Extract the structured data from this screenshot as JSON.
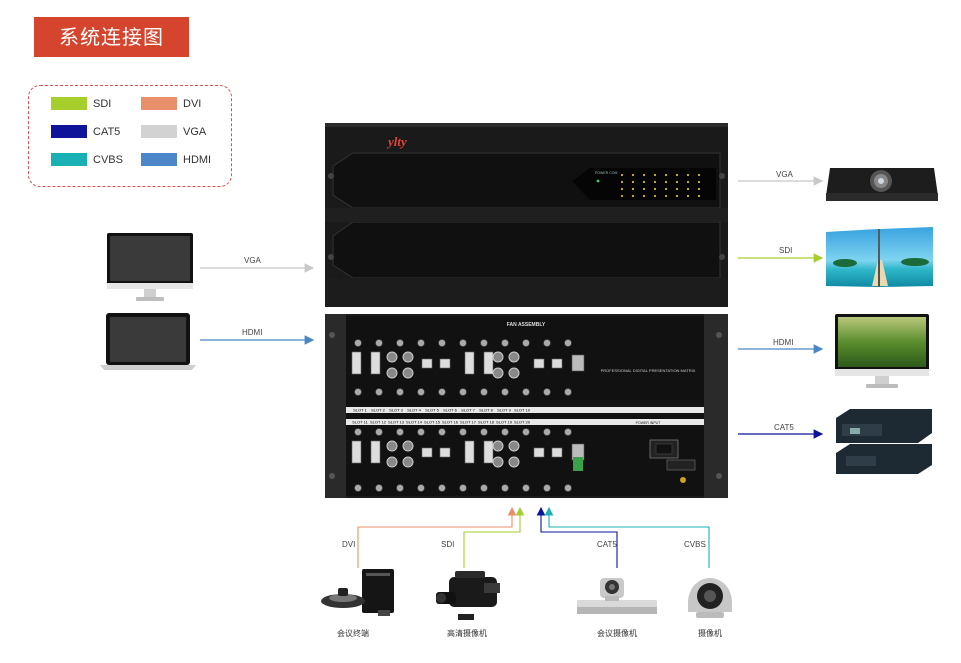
{
  "title": "系统连接图",
  "legend": [
    {
      "name": "SDI",
      "color": "#a6cf2e"
    },
    {
      "name": "DVI",
      "color": "#ea8f6c"
    },
    {
      "name": "CAT5",
      "color": "#0e1499"
    },
    {
      "name": "VGA",
      "color": "#d2d2d2"
    },
    {
      "name": "CVBS",
      "color": "#1ab1b5"
    },
    {
      "name": "HDMI",
      "color": "#4a86c8"
    }
  ],
  "device": {
    "brand": "ylty",
    "front_panel_text": "POWER COM",
    "rear_fan_label": "FAN ASSEMBLY",
    "rear_model": "PROFESSIONAL DIGITAL PRESENTATION MATRIX",
    "power_label": "POWER INPUT",
    "slots_top": [
      "SLOT 1",
      "SLOT 2",
      "SLOT 3",
      "SLOT 4",
      "SLOT 5",
      "SLOT 6",
      "SLOT 7",
      "SLOT 8",
      "SLOT 9",
      "SLOT 10"
    ],
    "slots_bottom": [
      "SLOT 11",
      "SLOT 12",
      "SLOT 13",
      "SLOT 14",
      "SLOT 15",
      "SLOT 16",
      "SLOT 17",
      "SLOT 18",
      "SLOT 19",
      "SLOT 20"
    ]
  },
  "inputs_left": [
    {
      "label": "VGA",
      "device": "monitor"
    },
    {
      "label": "HDMI",
      "device": "laptop"
    }
  ],
  "outputs_right": [
    {
      "label": "VGA",
      "device": "projector"
    },
    {
      "label": "SDI",
      "device": "video-wall"
    },
    {
      "label": "HDMI",
      "device": "monitor"
    },
    {
      "label": "CAT5",
      "device": "extender"
    }
  ],
  "inputs_bottom": [
    {
      "label": "DVI",
      "caption": "会议终端"
    },
    {
      "label": "SDI",
      "caption": "高清摄像机"
    },
    {
      "label": "CAT5",
      "caption": "会议摄像机"
    },
    {
      "label": "CVBS",
      "caption": "摄像机"
    }
  ]
}
